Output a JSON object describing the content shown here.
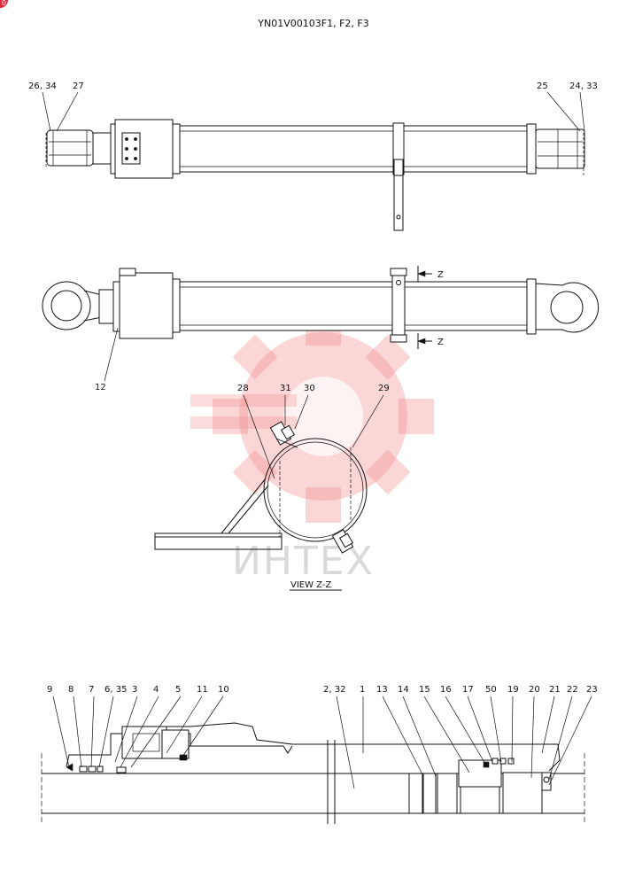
{
  "title": "YN01V00103F1, F2, F3",
  "watermark": "ИНТЕХ",
  "corner_badge": "0",
  "view_label": "VIEW  Z-Z",
  "section_z": "Z",
  "top_view_labels": {
    "l1": "26, 34",
    "l2": "27",
    "r1": "25",
    "r2": "24, 33"
  },
  "side_view_labels": {
    "l12": "12"
  },
  "view_zz_labels": {
    "l28": "28",
    "l31": "31",
    "l30": "30",
    "l29": "29"
  },
  "section_labels": {
    "s9": "9",
    "s8": "8",
    "s7": "7",
    "s635": "6, 35",
    "s3": "3",
    "s4": "4",
    "s5": "5",
    "s11": "11",
    "s10": "10",
    "s232": "2, 32",
    "s1": "1",
    "s13": "13",
    "s14": "14",
    "s15": "15",
    "s16": "16",
    "s17": "17",
    "s50": "50",
    "s19": "19",
    "s20": "20",
    "s21": "21",
    "s22": "22",
    "s23": "23"
  },
  "colors": {
    "watermark_gear": "#f28a8a",
    "badge": "#e0283c",
    "line": "#111111"
  }
}
